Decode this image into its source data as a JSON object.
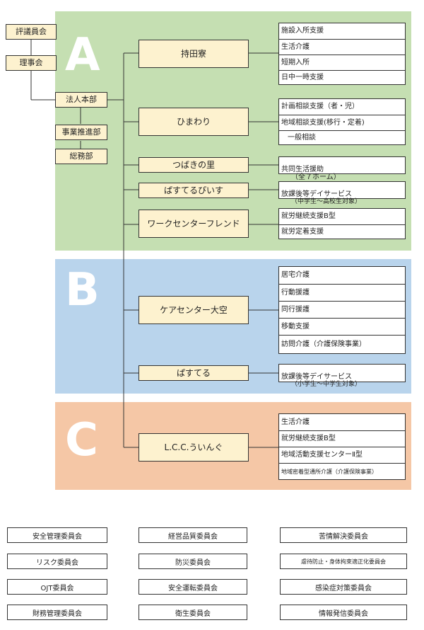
{
  "governance": {
    "council": "評議員会",
    "board": "理事会",
    "hq": "法人本部",
    "promotion": "事業推進部",
    "general": "総務部"
  },
  "colors": {
    "band_a": "#c5dfb2",
    "band_b": "#b9d4ec",
    "band_c": "#f5c7a6",
    "facility_fill": "#fdf2cf",
    "line": "#333333"
  },
  "sections": {
    "a": {
      "letter": "A",
      "facilities": [
        {
          "name": "持田寮",
          "services": [
            "施設入所支援",
            "生活介護",
            "短期入所",
            "日中一時支援"
          ]
        },
        {
          "name": "ひまわり",
          "services": [
            "計画相談支援（者・児）",
            "地域相談支援(移行・定着)",
            "一般相談"
          ]
        },
        {
          "name": "つばきの里",
          "service_line1": "共同生活援助",
          "service_line2": "（全７ホーム）"
        },
        {
          "name": "ぱすてるぴいす",
          "service_line1": "放課後等デイサービス",
          "service_line2": "（中学生～高校生対象）"
        },
        {
          "name": "ワークセンターフレンド",
          "services": [
            "就労継続支援B型",
            "就労定着支援"
          ]
        }
      ]
    },
    "b": {
      "letter": "B",
      "facilities": [
        {
          "name": "ケアセンター大空",
          "services": [
            "居宅介護",
            "行動援護",
            "同行援護",
            "移動支援",
            "訪問介護（介護保険事業）"
          ]
        },
        {
          "name": "ぱすてる",
          "service_line1": "放課後等デイサービス",
          "service_line2": "（小学生～中学生対象）"
        }
      ]
    },
    "c": {
      "letter": "C",
      "facilities": [
        {
          "name": "L.C.C.ういんぐ",
          "services": [
            "生活介護",
            "就労継続支援B型",
            "地域活動支援センターⅡ型",
            "地域密着型通所介護（介護保険事業）"
          ]
        }
      ]
    }
  },
  "committees": [
    [
      "安全管理委員会",
      "経営品質委員会",
      "苦情解決委員会"
    ],
    [
      "リスク委員会",
      "防災委員会",
      "虐待防止・身体拘束適正化委員会"
    ],
    [
      "OJT委員会",
      "安全運転委員会",
      "感染症対策委員会"
    ],
    [
      "財務管理委員会",
      "衛生委員会",
      "情報発信委員会"
    ]
  ]
}
